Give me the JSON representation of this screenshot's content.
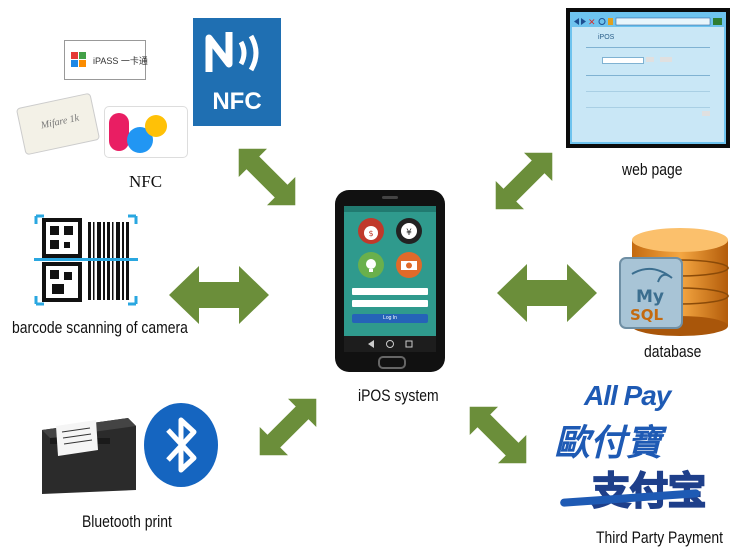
{
  "labels": {
    "nfc": "NFC",
    "barcode": "barcode scanning of camera",
    "bluetooth": "Bluetooth print",
    "center": "iPOS system",
    "web": "web page",
    "database": "database",
    "payment": "Third Party Payment"
  },
  "icons": {
    "nfc_logo": "NFC",
    "ipass": "iPASS 一卡通",
    "mifare": "Mifare 1k",
    "allpay": "All Pay",
    "allpay_cn": "歐付寶",
    "alipay_cn": "支付宝",
    "mysql_my": "My",
    "mysql_sql": "SQL"
  },
  "webpage": {
    "title": "iPOS"
  },
  "phone": {
    "login": "Log In"
  },
  "colors": {
    "arrow": "#6b8e3a",
    "nfc_blue": "#1f6fb2",
    "bluetooth_blue": "#1565c0",
    "phone_screen": "#2f9a8d",
    "web_frame": "#6ec3ee",
    "allpay_blue": "#1e5ab4",
    "alipay_orange": "#e08a10"
  }
}
